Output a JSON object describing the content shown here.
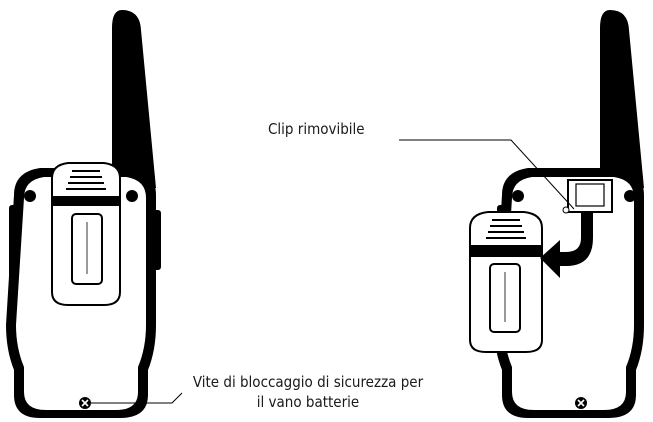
{
  "labels": {
    "clip": "Clip rimovibile",
    "screw_line1": "Vite di bloccaggio di sicurezza per",
    "screw_line2": "il vano batterie"
  },
  "colors": {
    "ink": "#000000",
    "paper": "#ffffff"
  }
}
